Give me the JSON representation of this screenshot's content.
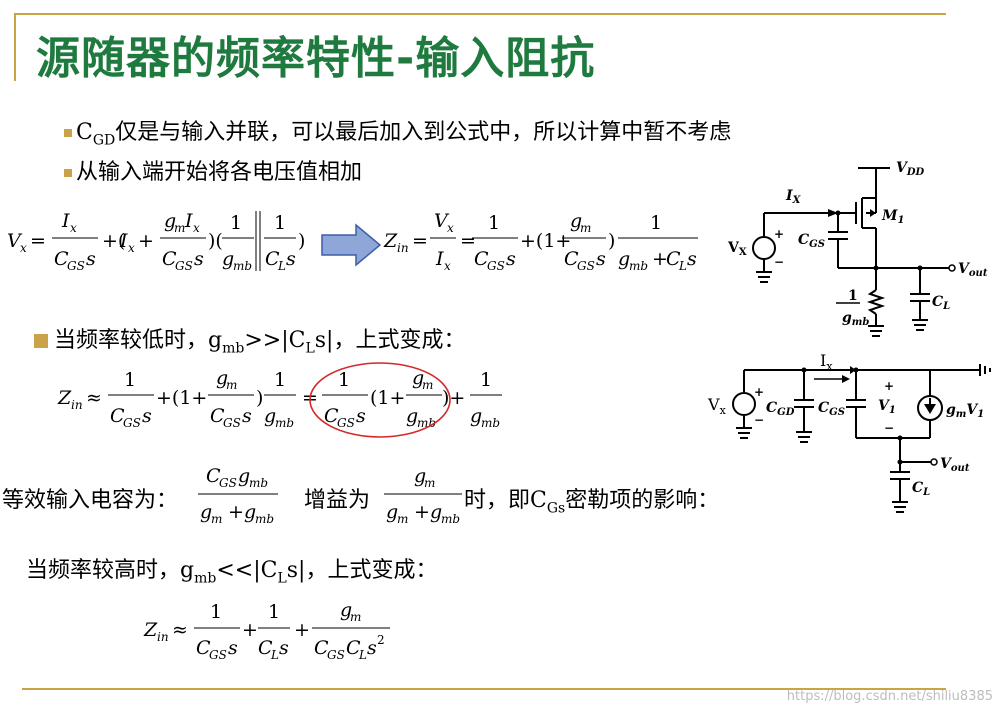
{
  "title": "源随器的频率特性-输入阻抗",
  "bullets": {
    "b1_pre": "C",
    "b1_sub": "GD",
    "b1_post": "仅是与输入并联，可以最后加入到公式中，所以计算中暂不考虑",
    "b2": "从输入端开始将各电压值相加"
  },
  "low_freq": {
    "pre": "当频率较低时，g",
    "sub1": "mb",
    "mid": ">>|C",
    "sub2": "L",
    "post": "s|，上式变成："
  },
  "cap_line": {
    "left": "等效输入电容为：",
    "mid": "增益为",
    "right_pre": "时，即C",
    "right_sub": "Gs",
    "right_post": "密勒项的影响："
  },
  "high_freq": {
    "pre": "当频率较高时，g",
    "sub1": "mb",
    "mid": "<<|C",
    "sub2": "L",
    "post": "s|，上式变成："
  },
  "circuit1": {
    "vdd": "V",
    "vdd_sub": "DD",
    "ix": "I",
    "ix_sub": "X",
    "m1": "M",
    "m1_sub": "1",
    "vx": "V",
    "vx_sub": "X",
    "cgs": "C",
    "cgs_sub": "GS",
    "vout": "V",
    "vout_sub": "out",
    "gmb_num": "1",
    "gmb_den": "g",
    "gmb_sub": "mb",
    "cl": "C",
    "cl_sub": "L"
  },
  "circuit2": {
    "ix": "I",
    "ix_sub": "x",
    "vx": "V",
    "vx_sub": "x",
    "cgd": "C",
    "cgd_sub": "GD",
    "cgs": "C",
    "cgs_sub": "GS",
    "v1": "V",
    "v1_sub": "1",
    "gm": "g",
    "gm_sub": "m",
    "gm_v": "V",
    "gm_v_sub": "1",
    "vout": "V",
    "vout_sub": "out",
    "cl": "C",
    "cl_sub": "L"
  },
  "watermark": "https://blog.csdn.net/shiliu8385"
}
